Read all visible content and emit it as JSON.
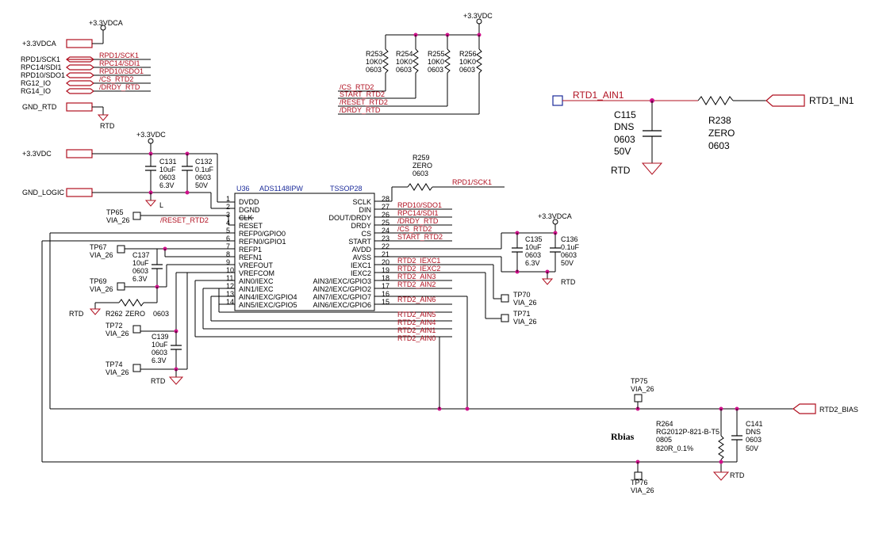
{
  "schematic": {
    "nets": {
      "p33vdca": "+3.3VDCA",
      "p33vdc": "+3.3VDC",
      "gnd_rtd": "GND_RTD",
      "gnd_logic": "GND_LOGIC",
      "rtd": "RTD",
      "l": "L"
    },
    "io_labels": [
      "RPD1/SCK1",
      "RPC14/SDI1",
      "RPD10/SDO1",
      "RG12_IO",
      "RG14_IO"
    ],
    "io_nets": [
      "RPD1/SCK1",
      "RPC14/SDI1",
      "RPD10/SDO1",
      "/CS_RTD2",
      "/DRDY_RTD"
    ],
    "pullups": [
      {
        "ref": "R253",
        "val": "10K0",
        "pkg": "0603"
      },
      {
        "ref": "R254",
        "val": "10K0",
        "pkg": "0603"
      },
      {
        "ref": "R255",
        "val": "10K0",
        "pkg": "0603"
      },
      {
        "ref": "R256",
        "val": "10K0",
        "pkg": "0603"
      }
    ],
    "pullup_nets": [
      "/CS_RTD2",
      "START_RTD2",
      "/RESET_RTD2",
      "/DRDY_RTD"
    ],
    "rtd1": {
      "port": "RTD1_AIN1",
      "in_port": "RTD1_IN1",
      "cap": {
        "ref": "C115",
        "val": "DNS",
        "pkg": "0603",
        "volt": "50V"
      },
      "res": {
        "ref": "R238",
        "val": "ZERO",
        "pkg": "0603"
      }
    },
    "caps": {
      "c131": {
        "ref": "C131",
        "val": "10uF",
        "pkg": "0603",
        "volt": "6.3V"
      },
      "c132": {
        "ref": "C132",
        "val": "0.1uF",
        "pkg": "0603",
        "volt": "50V"
      },
      "c135": {
        "ref": "C135",
        "val": "10uF",
        "pkg": "0603",
        "volt": "6.3V"
      },
      "c136": {
        "ref": "C136",
        "val": "0.1uF",
        "pkg": "0603",
        "volt": "50V"
      },
      "c137": {
        "ref": "C137",
        "val": "10uF",
        "pkg": "0603",
        "volt": "6.3V"
      },
      "c139": {
        "ref": "C139",
        "val": "10uF",
        "pkg": "0603",
        "volt": "6.3V"
      },
      "c141": {
        "ref": "C141",
        "val": "DNS",
        "pkg": "0603",
        "volt": "50V"
      }
    },
    "r259": {
      "ref": "R259",
      "val": "ZERO",
      "pkg": "0603",
      "net": "RPD1/SCK1"
    },
    "r262": {
      "ref": "R262",
      "val": "ZERO",
      "pkg": "0603"
    },
    "r264": {
      "ref": "R264",
      "part": "RG2012P-821-B-T5",
      "pkg": "0805",
      "val": "820R_0.1%"
    },
    "rbias": "Rbias",
    "rtd2_bias": "RTD2_BIAS",
    "ic": {
      "ref": "U36",
      "part": "ADS1148IPW",
      "pkg": "TSSOP28"
    },
    "left_pins": [
      {
        "num": "1",
        "name": "DVDD"
      },
      {
        "num": "2",
        "name": "DGND"
      },
      {
        "num": "3",
        "name": "CLK"
      },
      {
        "num": "4",
        "name": "RESET"
      },
      {
        "num": "5",
        "name": "REFP0/GPIO0"
      },
      {
        "num": "6",
        "name": "REFN0/GPIO1"
      },
      {
        "num": "7",
        "name": "REFP1"
      },
      {
        "num": "8",
        "name": "REFN1"
      },
      {
        "num": "9",
        "name": "VREFOUT"
      },
      {
        "num": "10",
        "name": "VREFCOM"
      },
      {
        "num": "11",
        "name": "AIN0/IEXC"
      },
      {
        "num": "12",
        "name": "AIN1/IEXC"
      },
      {
        "num": "13",
        "name": "AIN4/IEXC/GPIO4"
      },
      {
        "num": "14",
        "name": "AIN5/IEXC/GPIO5"
      }
    ],
    "right_pins": [
      {
        "num": "28",
        "name": "SCLK"
      },
      {
        "num": "27",
        "name": "DIN"
      },
      {
        "num": "26",
        "name": "DOUT/DRDY"
      },
      {
        "num": "25",
        "name": "DRDY"
      },
      {
        "num": "24",
        "name": "CS"
      },
      {
        "num": "23",
        "name": "START"
      },
      {
        "num": "22",
        "name": "AVDD"
      },
      {
        "num": "21",
        "name": "AVSS"
      },
      {
        "num": "20",
        "name": "IEXC1"
      },
      {
        "num": "19",
        "name": "IEXC2"
      },
      {
        "num": "18",
        "name": "AIN3/IEXC/GPIO3"
      },
      {
        "num": "17",
        "name": "AIN2/IEXC/GPIO2"
      },
      {
        "num": "16",
        "name": "AIN7/IEXC/GPIO7"
      },
      {
        "num": "15",
        "name": "AIN6/IEXC/GPIO6"
      }
    ],
    "right_nets": [
      "RPD10/SDO1",
      "RPC14/SDI1",
      "/DRDY_RTD",
      "/CS_RTD2",
      "START_RTD2",
      "RTD2_IEXC1",
      "RTD2_IEXC2",
      "RTD2_AIN3",
      "RTD2_AIN2",
      "RTD2_AIN6"
    ],
    "lower_nets": [
      "RTD2_AIN5",
      "RTD2_AIN4",
      "RTD2_AIN1",
      "RTD2_AIN0"
    ],
    "reset_net": "/RESET_RTD2",
    "testpoints": [
      {
        "ref": "TP65",
        "type": "VIA_26"
      },
      {
        "ref": "TP67",
        "type": "VIA_26"
      },
      {
        "ref": "TP69",
        "type": "VIA_26"
      },
      {
        "ref": "TP72",
        "type": "VIA_26"
      },
      {
        "ref": "TP74",
        "type": "VIA_26"
      },
      {
        "ref": "TP70",
        "type": "VIA_26"
      },
      {
        "ref": "TP71",
        "type": "VIA_26"
      },
      {
        "ref": "TP75",
        "type": "VIA_26"
      },
      {
        "ref": "TP76",
        "type": "VIA_26"
      }
    ]
  }
}
